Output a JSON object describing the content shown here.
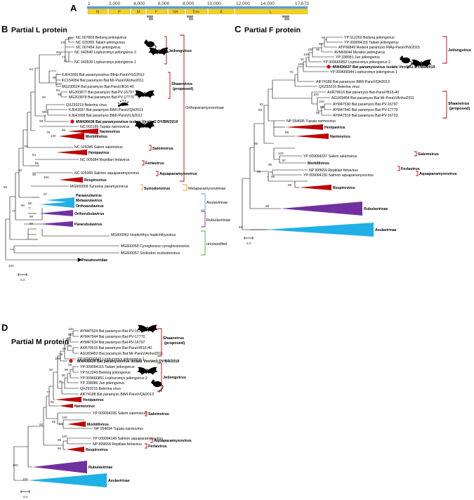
{
  "genome": {
    "panel_label": "A",
    "ticks": [
      "1",
      "2,000",
      "4,000",
      "6,000",
      "8,000",
      "10,000",
      "12,000",
      "14,000",
      "17,673"
    ],
    "genes": [
      "N",
      "P",
      "M",
      "F",
      "SH",
      "Trm",
      "A",
      "L"
    ]
  },
  "panels": {
    "b": {
      "label": "B",
      "title": "Partial L protein",
      "scale": "0.2"
    },
    "c": {
      "label": "C",
      "title": "Partial F protein",
      "scale": "0.2"
    },
    "d": {
      "label": "D",
      "title": "Partial M protein",
      "scale": "0.2"
    }
  },
  "treeB": {
    "leaves": [
      "NC 007803 Beilong jeilongvirus",
      "NC 025355 Tailam jeilongvirus",
      "NC 007454 Jun jeilongvirus",
      "NC 043540 Lophuromys jeilongvirus 2",
      "NC 043539 Lophuromys jeilongvirus 1",
      "KJ641656 Bat paramyxovirus BtHp-ParaV/GD2012",
      "KC154054 Bat paramyxo Bat Mr-ParaV/Anhui2011",
      "MG230624 Bat paramyxo Bat-ParaV/B16-40",
      "MG203877 Bat paramyxo Bat-PV-16797",
      "MG203878 Bat paramyxo Bat-PV-17770",
      "QXZ93219 Belerina virus",
      "KJ641657 Bat paramyxo BtMI-ParaV/QH2013",
      "KJ641658 Bat paramyxo BtMI-ParaV/LN2012",
      "MW436638 Bat paramyxovirus isolate ViroVet2 DY/BR/2019",
      "NC 002199 Tupaia narmovirus",
      "Narmovirus",
      "Morbillivirus",
      "NC 025386 Salem salemvirus",
      "Henipavirus",
      "NC 005084 Reptilian ferlavirus",
      "NC 025360 Salmon aquaparamyxovirus",
      "Respirovirus",
      "MG600058 Synodus paramyxovirus",
      "Paraavulavirus",
      "Metaavulavirus",
      "Orthoavulavirus",
      "Orthorubulavirus",
      "Pararubulavirus",
      "MG600062 Hoplichthys hoplichthysvirus",
      "MG600059 Cynoglossus cynoglossusvirus",
      "MG600057 Scoliodon scoliodonvirus",
      "Pneumoviridae"
    ],
    "bootstraps": [
      "100",
      "100",
      "73",
      "51",
      "93",
      "95",
      "100",
      "80",
      "92",
      "99",
      "98",
      "99",
      "64",
      "98",
      "78",
      "100",
      "76",
      "54",
      "86",
      "93",
      "100",
      "65",
      "56",
      "97",
      "99",
      "90",
      "77",
      "99",
      "99",
      "100"
    ],
    "genera": [
      "Jeilongvirus",
      "Shaanvirus",
      "(proposed)",
      "Salemvirus",
      "Ferlavirus",
      "Aquaparamyxovirus",
      "Synodonvirus"
    ],
    "subfamilies": [
      "Orthoparamyxovirinae",
      "Metaparamyxovirinae",
      "Avulavirinae",
      "Rubulavirinae",
      "unclassified"
    ]
  },
  "treeC": {
    "leaves": [
      "YP 512250 Beilong jeilongvirus",
      "YP 009094116 Tailam jeilongvirus",
      "ATP66849 Rodent paramyxo RtAp-ParaV/NX2015",
      "AVM69044 Myodes jeilongvirus",
      "YP 338081 Jun jeilongvirus",
      "YP 009666852 Lophuromys jeilongvirus 2",
      "MW436637 Bat paramyxovirus isolate ViroVet1 DY/BR/2019",
      "YP 009666944 Lophuromys jeilongvirus 1",
      "AIF74189 Bat paramyxo BtMI-ParaV/QH2013",
      "QXZ93216 Belerina virus",
      "AXR70616 Bat paramyxo Bat-ParaV/B16-40",
      "AGU69454 Bat paramyxo Bat Mr-ParaV/Anhui2011",
      "AYM47530 Bat paramyxo Bat-PV-16797",
      "AYM47540 Bat paramyxo Bat-PV-17770",
      "AYM47519 Bat paramyxo Bat-PV-16723",
      "NP 054695 Tupaia narmovirus",
      "Henipavirus",
      "Narmovirus",
      "Morbillivirus",
      "YP 009094337 Salem salemvirus",
      "NP 899659 Reptilian ferlavirus",
      "YP 009094150 Salmon aquaparamyxovirus",
      "Respirovirus",
      "Rubulavirinae",
      "Avulavirinae"
    ],
    "bootstraps": [
      "99",
      "60",
      "96",
      "100",
      "100",
      "51",
      "100",
      "79",
      "100",
      "100",
      "99",
      "98",
      "82",
      "85",
      "99",
      "95",
      "97",
      "100",
      "99",
      "99",
      "99",
      "96",
      "98",
      "93"
    ],
    "genera": [
      "Jeilongvirus",
      "Shaanvirus",
      "(proposed)",
      "Salemvirus",
      "Ferlavirus",
      "Aquaparamyxovirus"
    ]
  },
  "treeD": {
    "leaves": [
      "AYM47524 Bat paramyxo Bat-PV-16723",
      "AYM47544 Bat paramyxo Bat-PV-17770",
      "AYM47534 Bat paramyxo Bat-PV-16797",
      "AXR70615 Bat paramyxo Bat-ParaV/B16-40",
      "AGU69453 Bat paramyxo Bat Mr-ParaV/Anhui2011",
      "YP 009666843 Lophuromys jeilongvirus 1",
      "MW436639 Bat paramyxovirus isolate ViroVet3 DY/BR/2019",
      "YP 009094115 Tailam jeilongvirus",
      "YP 512249 Beilong jeilongvirus",
      "YP 009666851 Lophuromys jeilongvirus 2",
      "YP 338080 Jun jeilongvirus",
      "QXZ93215 Belerina virus",
      "AIF74188 Bat paramyxo BtMI-ParaV/QH2013",
      "Henipavirus",
      "Narmovirus",
      "YP 009094336 Salem salemvirus",
      "Morbillivirus",
      "NP 054694 Tupaia narmovirus",
      "YP 009094149 Salmon aquaparamyxovirus",
      "NP 899658 Reptilian ferlavirus",
      "Respirovirus",
      "Rubulavirinae",
      "Avulavirinae"
    ],
    "bootstraps": [
      "100",
      "95",
      "100",
      "99",
      "96",
      "79",
      "100",
      "99",
      "96",
      "90",
      "80",
      "60",
      "77",
      "95",
      "100",
      "94",
      "82",
      "100",
      "98",
      "92",
      "96",
      "100",
      "100"
    ],
    "genera": [
      "Shaanvirus",
      "(proposed)",
      "Jeilongvirus",
      "Salemvirus",
      "Aquaparamyxovirus",
      "Ferlavirus"
    ]
  },
  "colors": {
    "red": "#c00000",
    "purple": "#7030a0",
    "cyan": "#1fb0e6",
    "genome_bar": "#5b9bd5",
    "gene_box": "#f3d21c",
    "bracket_orange": "#e8a020",
    "bracket_blue": "#4aa3df",
    "bracket_green": "#3aaa35",
    "bracket_purple": "#7030a0"
  },
  "icons": [
    "bat-icon",
    "rodent-icon",
    "hedgehog-icon"
  ]
}
